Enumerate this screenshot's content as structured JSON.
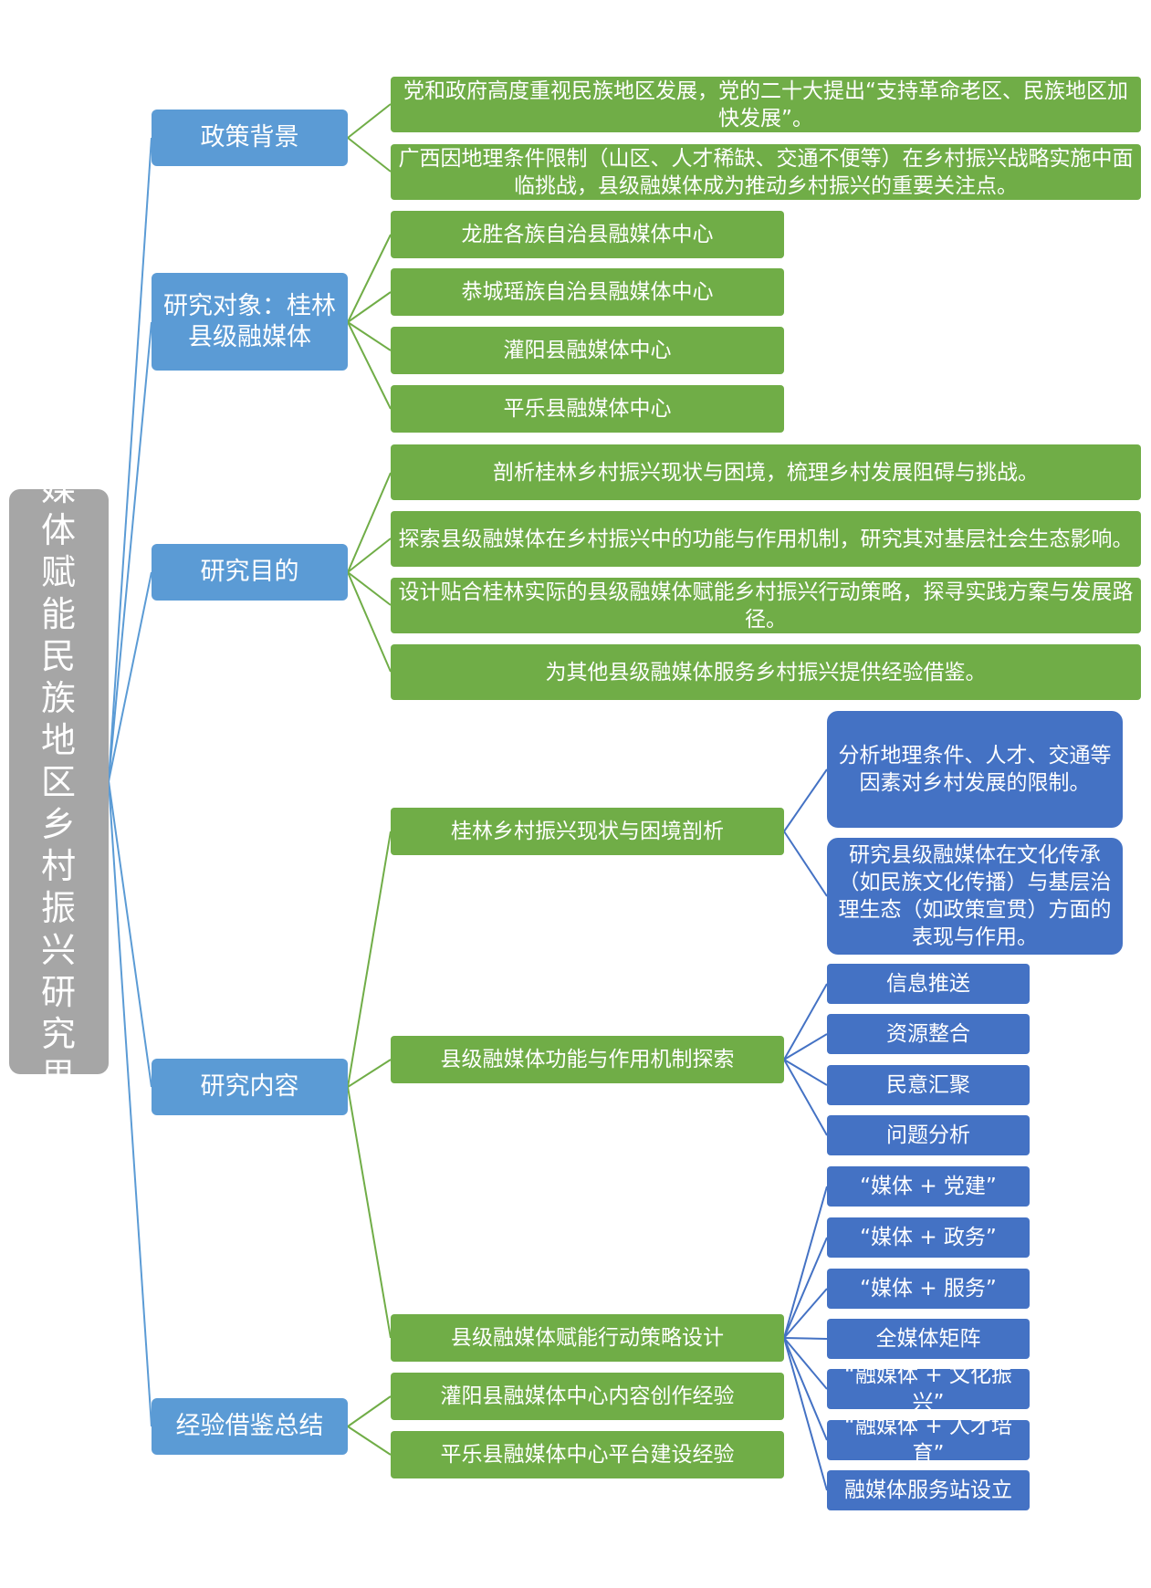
{
  "root": "县级融媒体赋能民族地区乡村振兴研究思维框架",
  "branches": [
    {
      "label": "政策背景",
      "children": [
        {
          "label": "党和政府高度重视民族地区发展，党的二十大提出“支持革命老区、民族地区加快发展”。"
        },
        {
          "label": "广西因地理条件限制（山区、人才稀缺、交通不便等）在乡村振兴战略实施中面临挑战，县级融媒体成为推动乡村振兴的重要关注点。"
        }
      ]
    },
    {
      "label": "研究对象：桂林县级融媒体",
      "children": [
        {
          "label": "龙胜各族自治县融媒体中心"
        },
        {
          "label": "恭城瑶族自治县融媒体中心"
        },
        {
          "label": "灌阳县融媒体中心"
        },
        {
          "label": "平乐县融媒体中心"
        }
      ]
    },
    {
      "label": "研究目的",
      "children": [
        {
          "label": "剖析桂林乡村振兴现状与困境，梳理乡村发展阻碍与挑战。"
        },
        {
          "label": "探索县级融媒体在乡村振兴中的功能与作用机制，研究其对基层社会生态影响。"
        },
        {
          "label": "设计贴合桂林实际的县级融媒体赋能乡村振兴行动策略，探寻实践方案与发展路径。"
        },
        {
          "label": "为其他县级融媒体服务乡村振兴提供经验借鉴。"
        }
      ]
    },
    {
      "label": "研究内容",
      "children": [
        {
          "label": "桂林乡村振兴现状与困境剖析",
          "children": [
            {
              "label": "分析地理条件、人才、交通等因素对乡村发展的限制。"
            },
            {
              "label": "研究县级融媒体在文化传承（如民族文化传播）与基层治理生态（如政策宣贯）方面的表现与作用。"
            }
          ]
        },
        {
          "label": "县级融媒体功能与作用机制探索",
          "children": [
            {
              "label": "信息推送"
            },
            {
              "label": "资源整合"
            },
            {
              "label": "民意汇聚"
            },
            {
              "label": "问题分析"
            }
          ]
        },
        {
          "label": "县级融媒体赋能行动策略设计",
          "children": [
            {
              "label": "“媒体 + 党建”"
            },
            {
              "label": "“媒体 + 政务”"
            },
            {
              "label": "“媒体 + 服务”"
            },
            {
              "label": "全媒体矩阵"
            },
            {
              "label": "“融媒体 + 文化振兴”"
            },
            {
              "label": "“融媒体 + 人才培育”"
            },
            {
              "label": "融媒体服务站设立"
            }
          ]
        }
      ]
    },
    {
      "label": "经验借鉴总结",
      "children": [
        {
          "label": "灌阳县融媒体中心内容创作经验"
        },
        {
          "label": "平乐县融媒体中心平台建设经验"
        }
      ]
    }
  ],
  "colors": {
    "root": "#a6a6a6",
    "level1": "#5b9bd5",
    "level2": "#70ad47",
    "level3": "#4472c4",
    "root_connector": "#5b9bd5",
    "level1_connector": "#70ad47",
    "level2_connector": "#4472c4"
  }
}
